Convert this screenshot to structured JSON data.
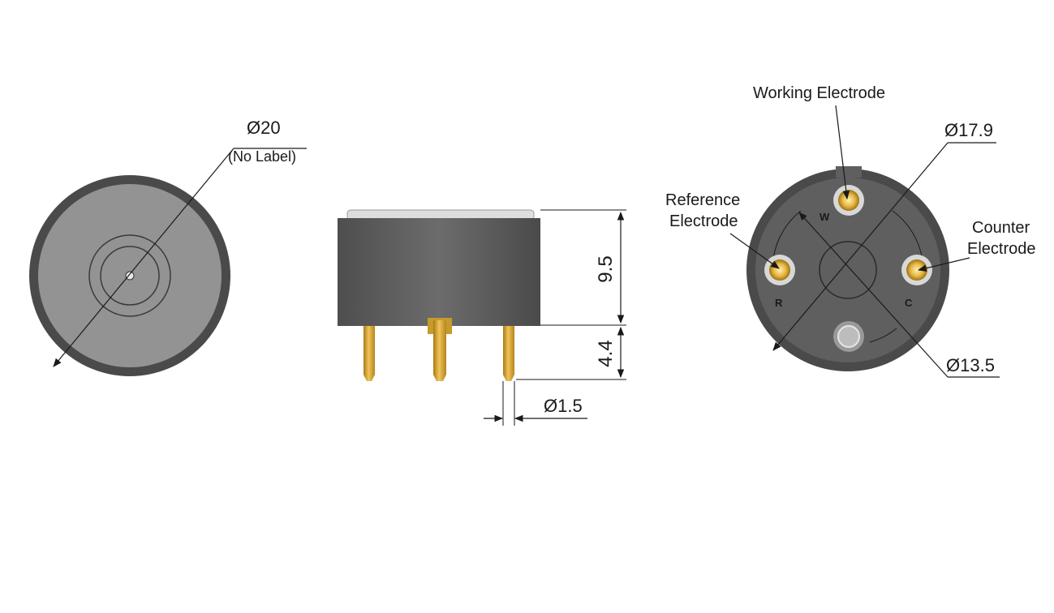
{
  "labels": {
    "dia_20": "Ø20",
    "no_label": "(No Label)",
    "dim_9_5": "9.5",
    "dim_4_4": "4.4",
    "dia_1_5": "Ø1.5",
    "working_electrode": "Working Electrode",
    "dia_17_9": "Ø17.9",
    "reference_line1": "Reference",
    "reference_line2": "Electrode",
    "counter_line1": "Counter",
    "counter_line2": "Electrode",
    "dia_13_5": "Ø13.5",
    "pin_w": "W",
    "pin_r": "R",
    "pin_c": "C"
  },
  "colors": {
    "body_dark": "#4a4a4a",
    "body_face": "#8f8f8f",
    "body_side": "#5e5e5e",
    "rim_light": "#e6e6e6",
    "pin_gold": "#d9a62e",
    "pin_gold_light": "#f5d77a",
    "line": "#1a1a1a"
  }
}
